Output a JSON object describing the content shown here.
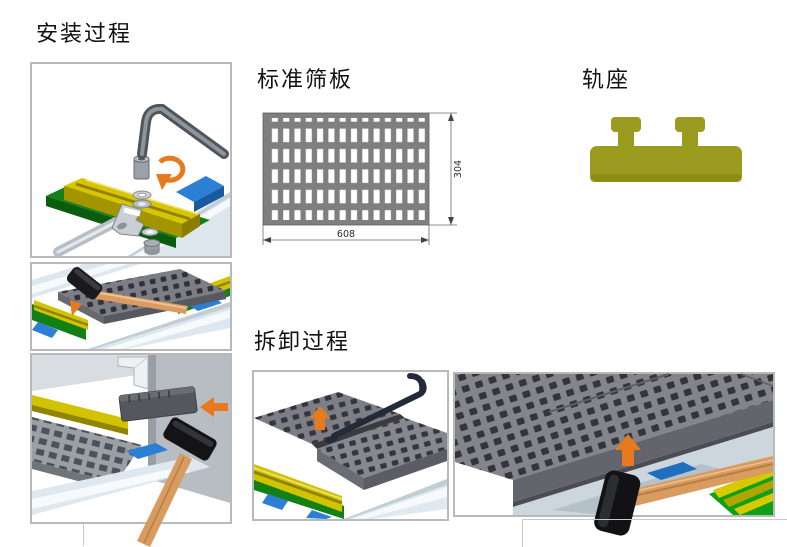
{
  "title": "安装过程",
  "sections": {
    "standard_panel_label": "标准筛板",
    "rail_seat_label": "轨座",
    "removal_label": "拆卸过程"
  },
  "drawing": {
    "width_mm": "608",
    "height_mm": "304"
  },
  "colors": {
    "accent_orange": "#e87a1e",
    "panel_gray": "#7f7f7f",
    "rail_seat_olive": "#9b9b1f",
    "rail_yellow": "#d2c300",
    "base_green": "#128014",
    "clamp_blue": "#2b7fd4",
    "frame_border": "#b9b9b9"
  }
}
